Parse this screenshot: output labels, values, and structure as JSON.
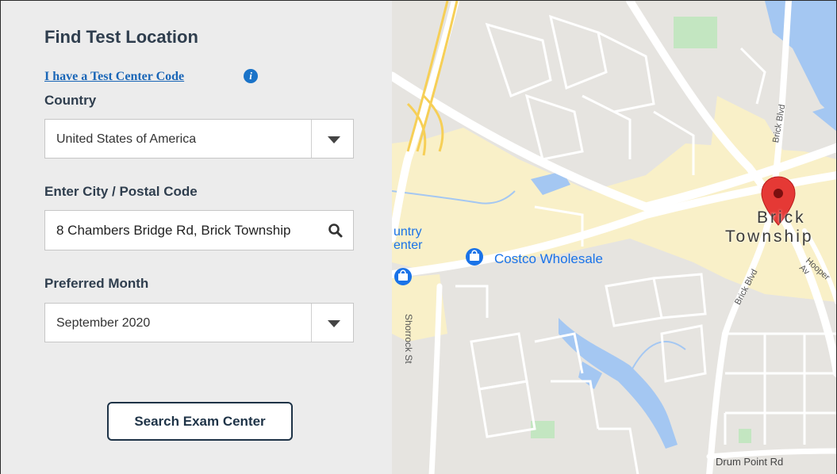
{
  "form": {
    "title": "Find Test Location",
    "test_center_code_link": "I have a Test Center Code",
    "info_icon": "info-circle-icon",
    "country_label": "Country",
    "country_value": "United States of America",
    "city_label": "Enter City / Postal Code",
    "city_value": "8 Chambers Bridge Rd, Brick Township",
    "month_label": "Preferred Month",
    "month_value": "September 2020",
    "search_button": "Search Exam Center"
  },
  "map": {
    "place_city_line1": "Brick",
    "place_city_line2": "Township",
    "poi_costco": "Costco Wholesale",
    "poi_partial_line1": "untry",
    "poi_partial_line2": "enter",
    "street_shorrock": "Shorrock St",
    "street_brick_blvd": "Brick Blvd",
    "street_brick_blvd_2": "Brick Blvd",
    "street_hooper": "Hooper Av",
    "street_drum_point": "Drum Point Rd",
    "pin_icon": "map-pin-icon",
    "shopping_icon": "shopping-bag-icon",
    "colors": {
      "land": "#e6e4e0",
      "road": "#ffffff",
      "water": "#a4c7f2",
      "park": "#c3e6c1",
      "commercial": "#f9f0c8",
      "pin": "#e53935",
      "poi": "#1a73e8"
    }
  }
}
